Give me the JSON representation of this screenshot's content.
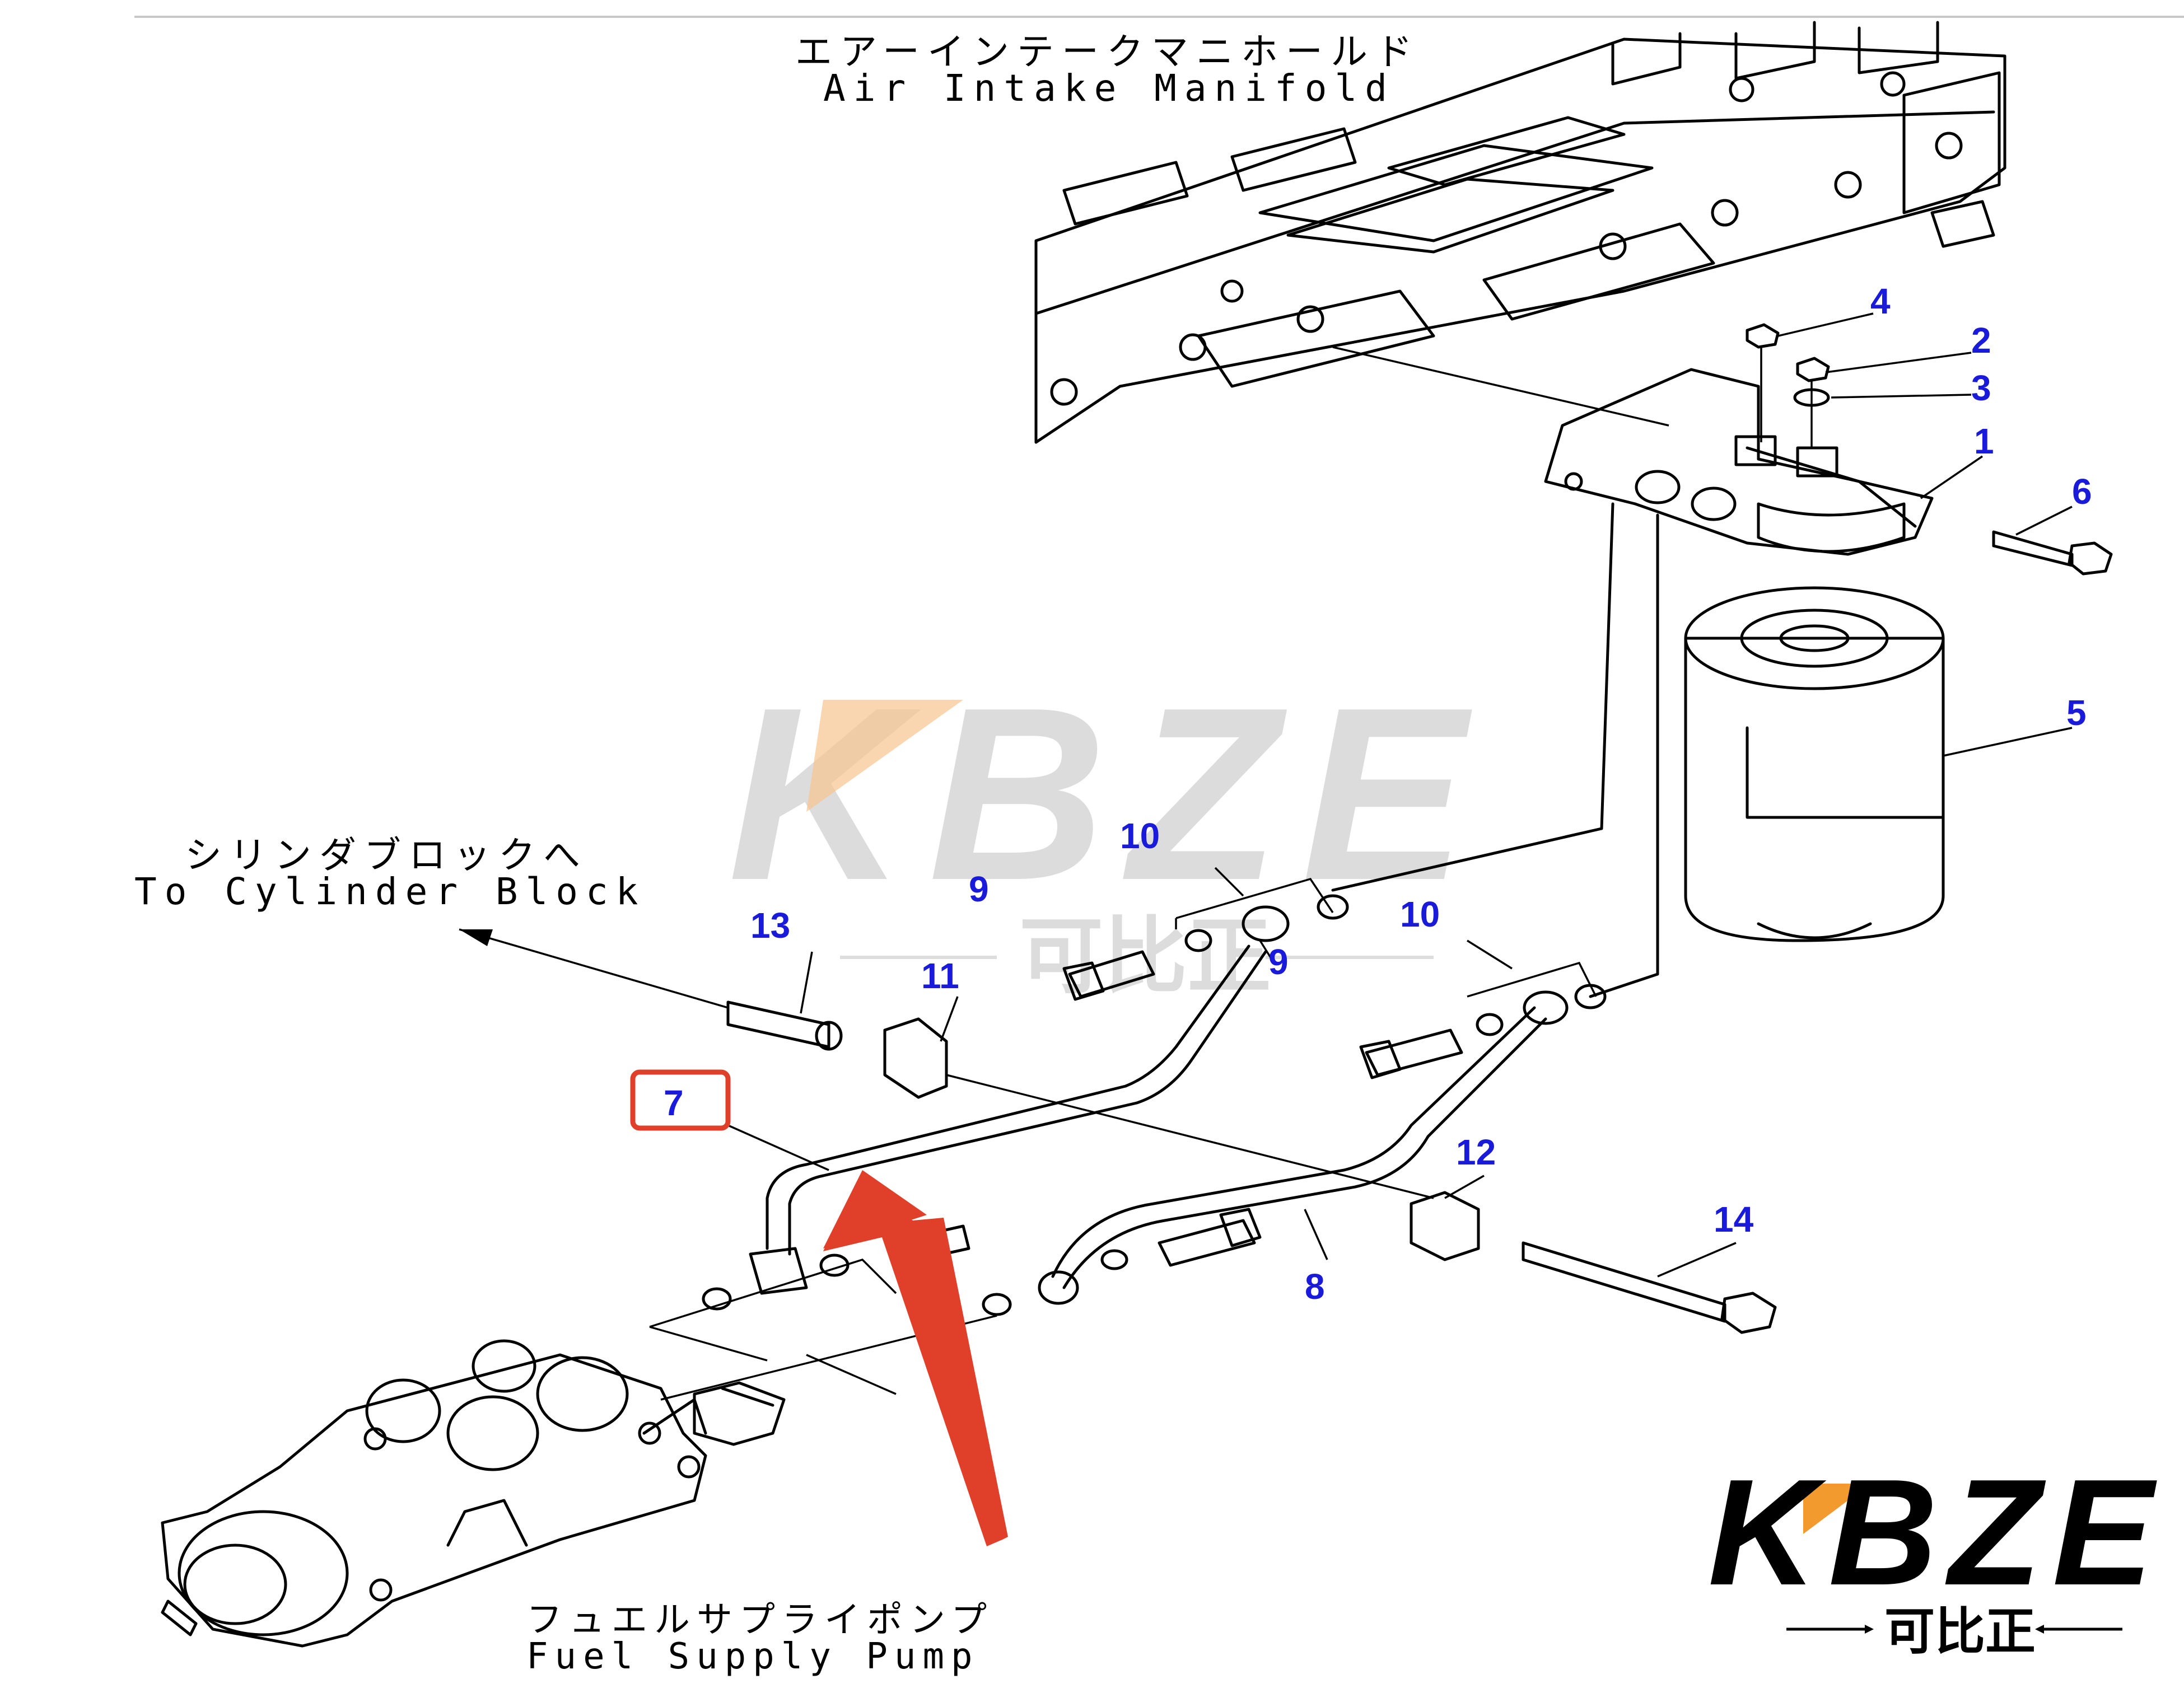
{
  "labels": {
    "air_intake_jp": "エアーインテークマニホールド",
    "air_intake_en": "Air Intake Manifold",
    "cylinder_block_jp": "シリンダブロックへ",
    "cylinder_block_en": "To Cylinder Block",
    "fuel_pump_jp": "フュエルサプライポンプ",
    "fuel_pump_en": "Fuel Supply Pump"
  },
  "callouts": [
    {
      "id": "c4",
      "text": "4"
    },
    {
      "id": "c2",
      "text": "2"
    },
    {
      "id": "c3",
      "text": "3"
    },
    {
      "id": "c1",
      "text": "1"
    },
    {
      "id": "c6",
      "text": "6"
    },
    {
      "id": "c5",
      "text": "5"
    },
    {
      "id": "c10a",
      "text": "10"
    },
    {
      "id": "c9a",
      "text": "9"
    },
    {
      "id": "c13",
      "text": "13"
    },
    {
      "id": "c11",
      "text": "11"
    },
    {
      "id": "c9b",
      "text": "9"
    },
    {
      "id": "c10b",
      "text": "10"
    },
    {
      "id": "c7",
      "text": "7"
    },
    {
      "id": "c12",
      "text": "12"
    },
    {
      "id": "c14",
      "text": "14"
    },
    {
      "id": "c8",
      "text": "8"
    }
  ],
  "watermark": {
    "brand": "KBZE",
    "sub": "可比正"
  },
  "logo": {
    "brand": "KBZE",
    "sub": "可比正"
  },
  "colors": {
    "callout": "#1a1adb",
    "highlight": "#e0402a",
    "watermark": "#d9d9d9",
    "accent": "#f39a2e"
  }
}
